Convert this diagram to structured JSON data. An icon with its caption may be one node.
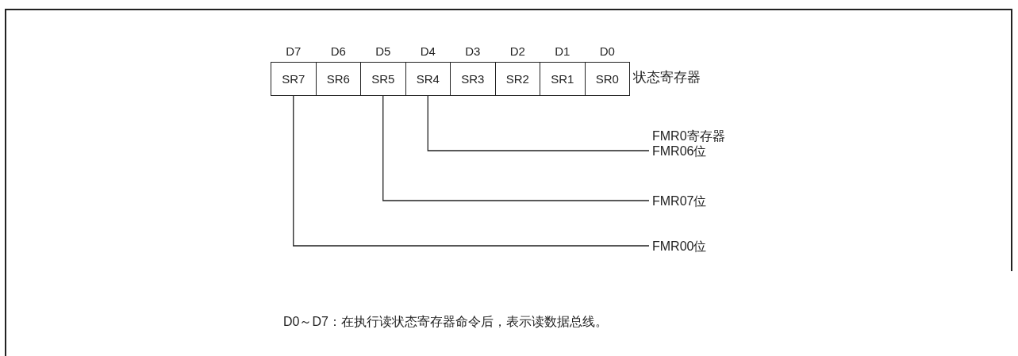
{
  "diagram": {
    "nodes": [
      {
        "text": [
          "SR7"
        ],
        "beside": [
          "D7"
        ]
      },
      {
        "text": [
          "SR6"
        ],
        "beside": [
          "D6"
        ]
      },
      {
        "text": [
          "SR5"
        ],
        "beside": [
          "D5"
        ]
      },
      {
        "text": [
          "SR4"
        ],
        "beside": [
          "D4"
        ]
      },
      {
        "text": [
          "SR3"
        ],
        "beside": [
          "D3"
        ]
      },
      {
        "text": [
          "SR2"
        ],
        "beside": [
          "D2"
        ]
      },
      {
        "text": [
          "SR1"
        ],
        "beside": [
          "D1"
        ]
      },
      {
        "text": [
          "SR0"
        ],
        "beside": [
          "D0"
        ]
      },
      {
        "text": [
          "FMR0寄存器",
          "FMR06位"
        ]
      },
      {
        "text": [
          "FMR07位"
        ]
      },
      {
        "text": [
          "FMR00位"
        ]
      }
    ],
    "edges": [
      {
        "from": 3,
        "to": 8,
        "arrow": "none"
      },
      {
        "from": 2,
        "to": 9,
        "arrow": "none"
      },
      {
        "from": 0,
        "to": 10,
        "arrow": "none"
      }
    ],
    "labels": [
      "状态寄存器",
      "D0～D7：在执行读状态寄存器命令后，表示读数据总线。"
    ]
  }
}
